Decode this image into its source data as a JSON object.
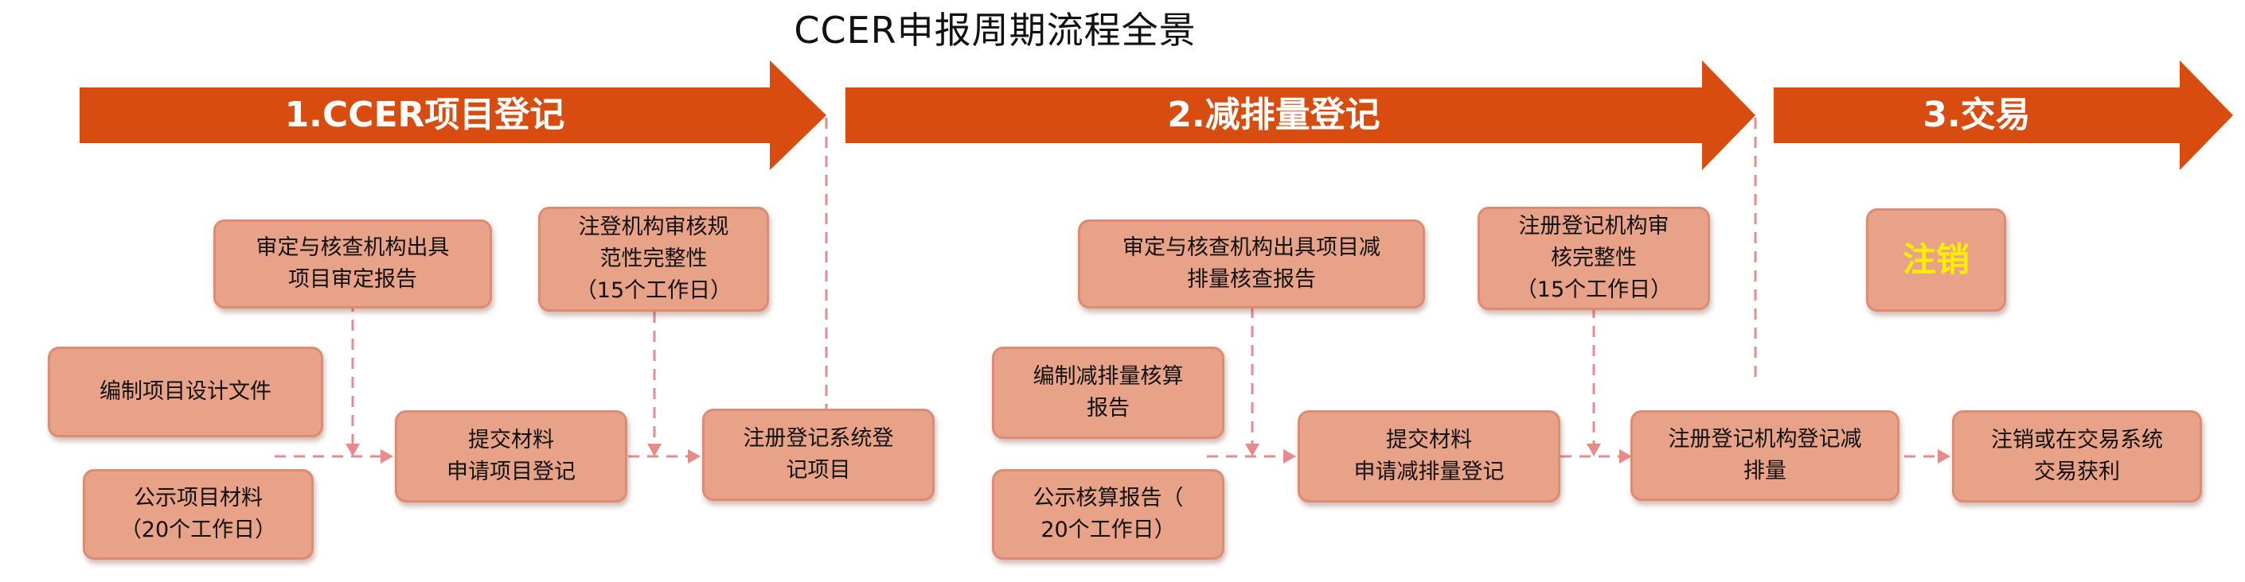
{
  "title": "CCER申报周期流程全景",
  "colors": {
    "arrow": "#d94c10",
    "box_fill": "#e8a287",
    "box_border": "#dc8c74",
    "connector": "#e88a8a",
    "cancel_text": "#ffee00"
  },
  "phases": [
    {
      "label": "1.CCER项目登记"
    },
    {
      "label": "2.减排量登记"
    },
    {
      "label": "3.交易"
    }
  ],
  "boxes": {
    "p1_design": "编制项目设计文件",
    "p1_publicity": "公示项目材料\n（20个工作日）",
    "p1_validation": "审定与核查机构出具\n项目审定报告",
    "p1_submit": "提交材料\n申请项目登记",
    "p1_review": "注登机构审核规\n范性完整性\n（15个工作日）",
    "p1_register": "注册登记系统登\n记项目",
    "p2_report": "编制减排量核算\n报告",
    "p2_publicity": "公示核算报告（\n20个工作日）",
    "p2_verification": "审定与核查机构出具项目减\n排量核查报告",
    "p2_submit": "提交材料\n申请减排量登记",
    "p2_review": "注册登记机构审\n核完整性\n（15个工作日）",
    "p2_register": "注册登记机构登记减\n排量",
    "p3_cancel": "注销",
    "p3_trade": "注销或在交易系统\n交易获利"
  }
}
